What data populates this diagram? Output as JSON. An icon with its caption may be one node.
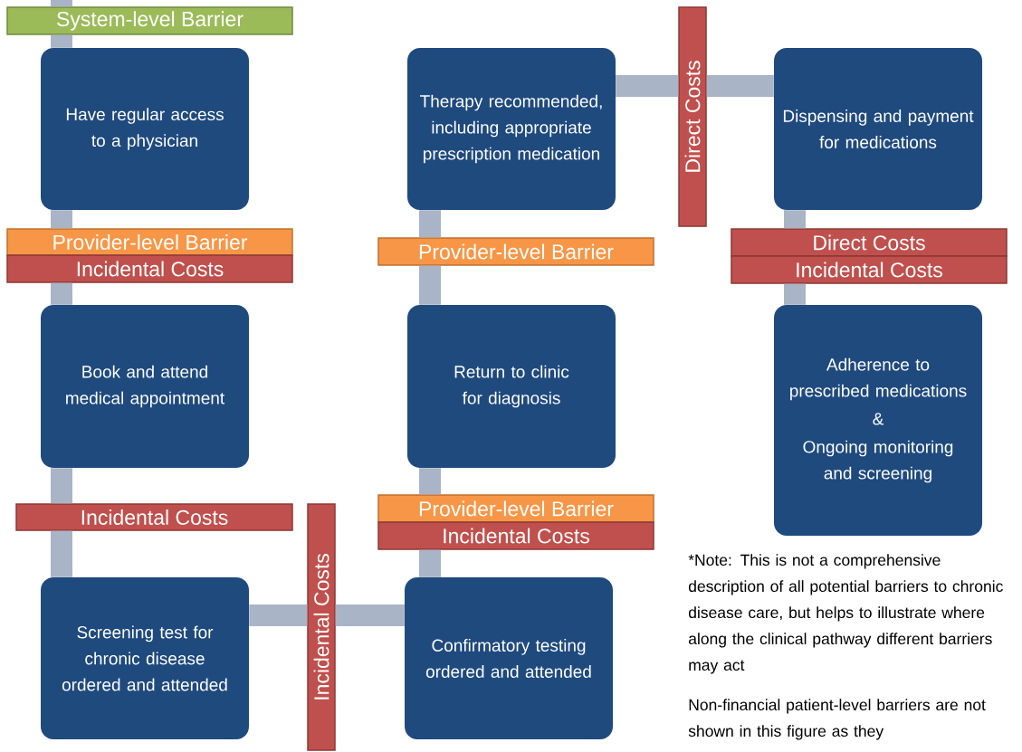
{
  "diagram": {
    "nodes": [
      {
        "text": [
          "System-level Barrier"
        ]
      },
      {
        "text": [
          "Have regular access to a physician"
        ]
      },
      {
        "text": [
          "Therapy recommended, including appropriate prescription medication"
        ]
      },
      {
        "text": [
          "Direct Costs"
        ]
      },
      {
        "text": [
          "Dispensing and payment for medications"
        ]
      },
      {
        "text": [
          "Provider-level Barrier"
        ]
      },
      {
        "text": [
          "Incidental Costs"
        ]
      },
      {
        "text": [
          "Provider-level Barrier"
        ]
      },
      {
        "text": [
          "Direct Costs"
        ]
      },
      {
        "text": [
          "Incidental Costs"
        ]
      },
      {
        "text": [
          "Book and attend medical appointment"
        ]
      },
      {
        "text": [
          "Return to clinic for diagnosis"
        ]
      },
      {
        "text": [
          "Adherence to prescribed medications",
          "&",
          "Ongoing monitoring and screening"
        ]
      },
      {
        "text": [
          "Incidental Costs"
        ]
      },
      {
        "text": [
          "Incidental Costs"
        ]
      },
      {
        "text": [
          "Provider-level Barrier"
        ]
      },
      {
        "text": [
          "Incidental Costs"
        ]
      },
      {
        "text": [
          "Screening test for chronic disease ordered and attended"
        ]
      },
      {
        "text": [
          "Confirmatory testing ordered and attended"
        ]
      }
    ],
    "edges": [
      {
        "from": null,
        "to": 0,
        "arrow": "none"
      },
      {
        "from": 0,
        "to": 1,
        "arrow": "none"
      },
      {
        "from": 1,
        "to": 5,
        "arrow": "none"
      },
      {
        "from": 6,
        "to": 10,
        "arrow": "none"
      },
      {
        "from": 10,
        "to": 13,
        "arrow": "none"
      },
      {
        "from": 13,
        "to": 17,
        "arrow": "none"
      },
      {
        "from": 17,
        "to": 14,
        "arrow": "none"
      },
      {
        "from": 14,
        "to": 18,
        "arrow": "none"
      },
      {
        "from": 18,
        "to": 16,
        "arrow": "none"
      },
      {
        "from": 15,
        "to": 11,
        "arrow": "none"
      },
      {
        "from": 11,
        "to": 7,
        "arrow": "none"
      },
      {
        "from": 7,
        "to": 2,
        "arrow": "none"
      },
      {
        "from": 2,
        "to": 3,
        "arrow": "none"
      },
      {
        "from": 3,
        "to": 4,
        "arrow": "none"
      },
      {
        "from": 4,
        "to": 8,
        "arrow": "none"
      },
      {
        "from": 9,
        "to": 12,
        "arrow": "none"
      }
    ],
    "labels": [
      "*Note: This is not a comprehensive description of all potential barriers to chronic disease care, but helps to illustrate where along the clinical pathway different barriers may act",
      "Non-financial patient-level barriers are not shown in this figure as they"
    ]
  }
}
